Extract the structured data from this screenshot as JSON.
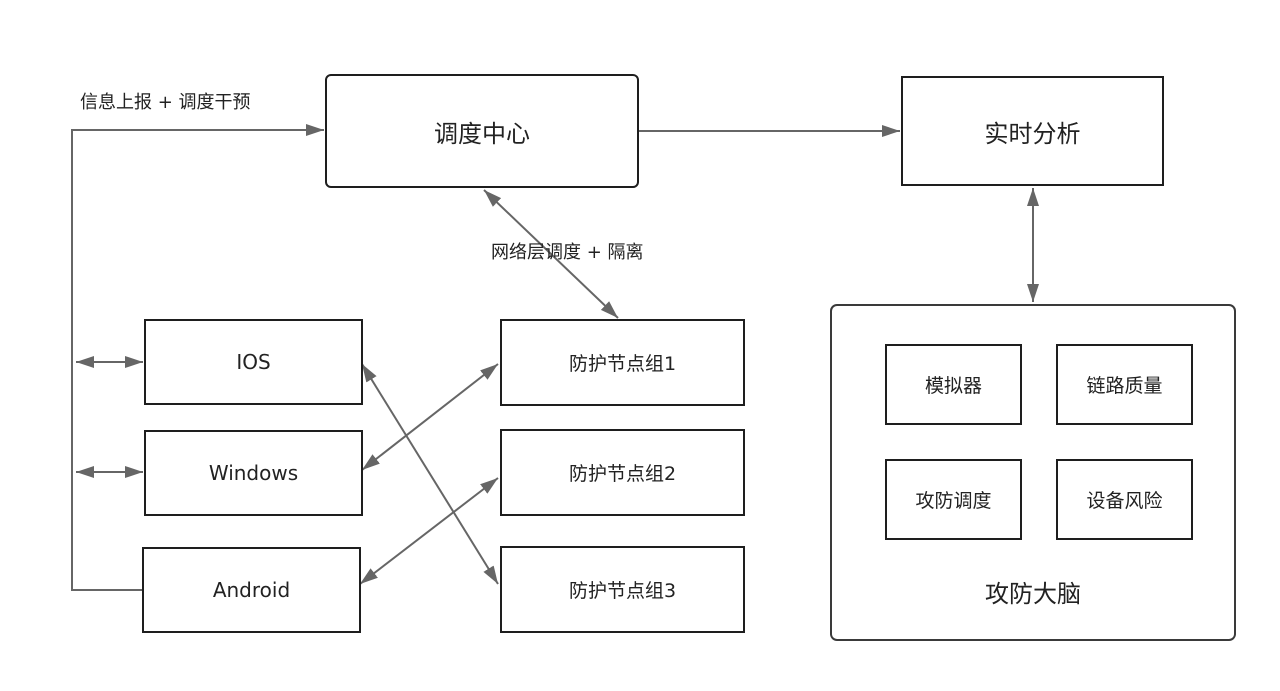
{
  "colors": {
    "stroke": "#1e1e1e",
    "arrow": "#666666",
    "background": "#ffffff"
  },
  "nodes": {
    "dispatch_center": "调度中心",
    "realtime_analysis": "实时分析",
    "ios": "IOS",
    "windows": "Windows",
    "android": "Android",
    "node_group_1": "防护节点组1",
    "node_group_2": "防护节点组2",
    "node_group_3": "防护节点组3",
    "brain": "攻防大脑",
    "simulator": "模拟器",
    "link_quality": "链路质量",
    "attack_defense_dispatch": "攻防调度",
    "device_risk": "设备风险"
  },
  "edges": {
    "report_intervene": "信息上报 + 调度干预",
    "network_dispatch_isolation": "网络层调度 + 隔离"
  }
}
